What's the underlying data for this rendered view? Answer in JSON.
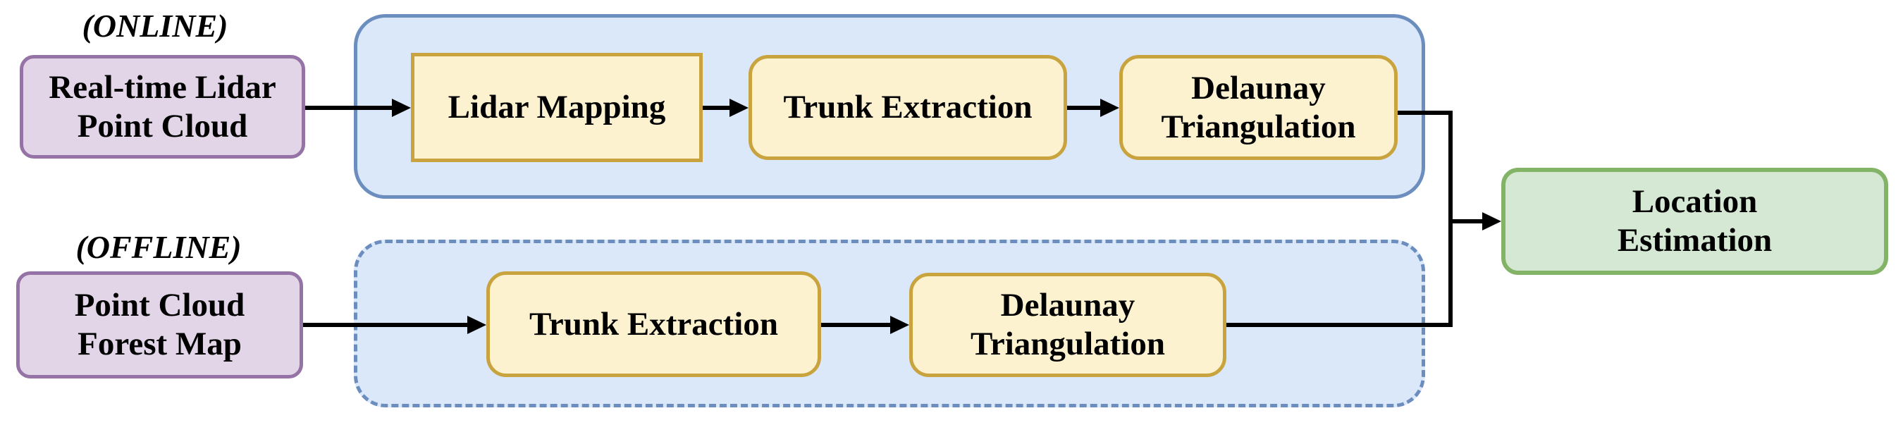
{
  "colors": {
    "purple_fill": "#e1d5e7",
    "purple_border": "#9673a6",
    "yellow_fill": "#fdf2d0",
    "yellow_border": "#c9a43e",
    "blue_fill": "#dbe8fa",
    "blue_border": "#6c8ebf",
    "green_fill": "#d5e8d4",
    "green_border": "#82b366",
    "line": "#000000"
  },
  "labels": {
    "online": "(ONLINE)",
    "offline": "(OFFLINE)"
  },
  "nodes": {
    "realtime_lidar_point_cloud": "Real-time Lidar\nPoint Cloud",
    "lidar_mapping": "Lidar Mapping",
    "trunk_extraction_online": "Trunk Extraction",
    "delaunay_triangulation_online": "Delaunay\nTriangulation",
    "point_cloud_forest_map": "Point Cloud\nForest Map",
    "trunk_extraction_offline": "Trunk Extraction",
    "delaunay_triangulation_offline": "Delaunay\nTriangulation",
    "location_estimation": "Location\nEstimation"
  }
}
